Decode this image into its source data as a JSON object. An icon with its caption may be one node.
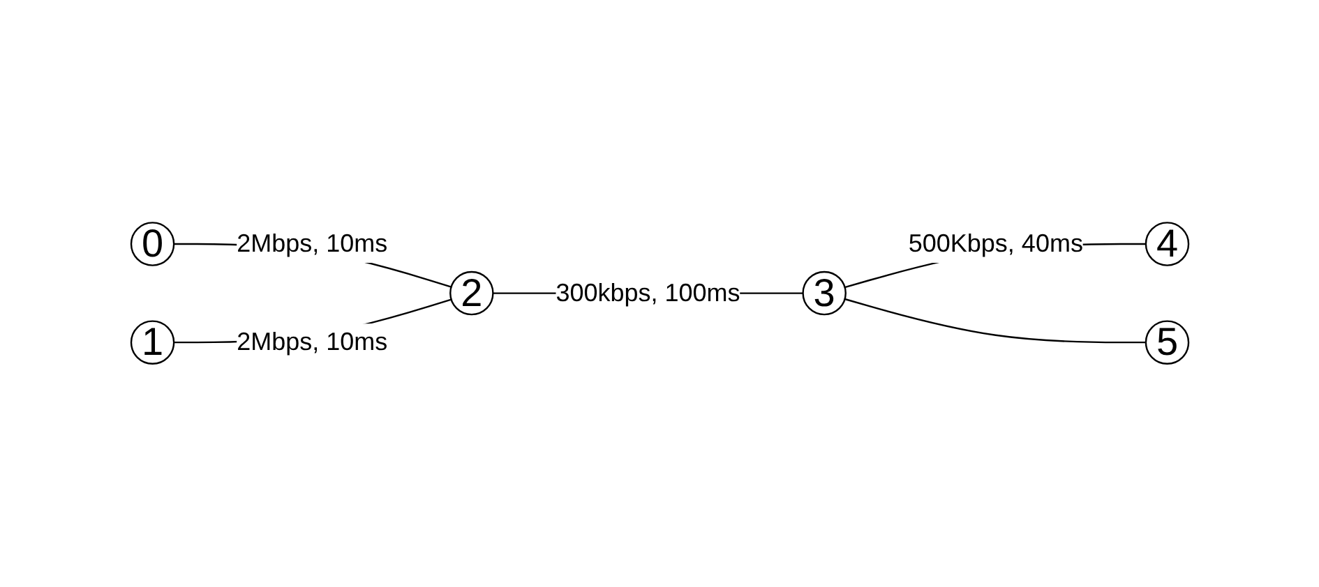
{
  "diagram": {
    "nodes": [
      {
        "text": [
          "0"
        ]
      },
      {
        "text": [
          "1"
        ]
      },
      {
        "text": [
          "2"
        ]
      },
      {
        "text": [
          "3"
        ]
      },
      {
        "text": [
          "4"
        ]
      },
      {
        "text": [
          "5"
        ]
      }
    ],
    "edges": [
      {
        "from": 0,
        "to": 2,
        "arrow": "none",
        "label": "2Mbps, 10ms"
      },
      {
        "from": 1,
        "to": 2,
        "arrow": "none",
        "label": "2Mbps, 10ms"
      },
      {
        "from": 2,
        "to": 3,
        "arrow": "none",
        "label": "300kbps, 100ms"
      },
      {
        "from": 3,
        "to": 4,
        "arrow": "none",
        "label": "500Kbps, 40ms"
      },
      {
        "from": 3,
        "to": 5,
        "arrow": "none"
      }
    ]
  }
}
